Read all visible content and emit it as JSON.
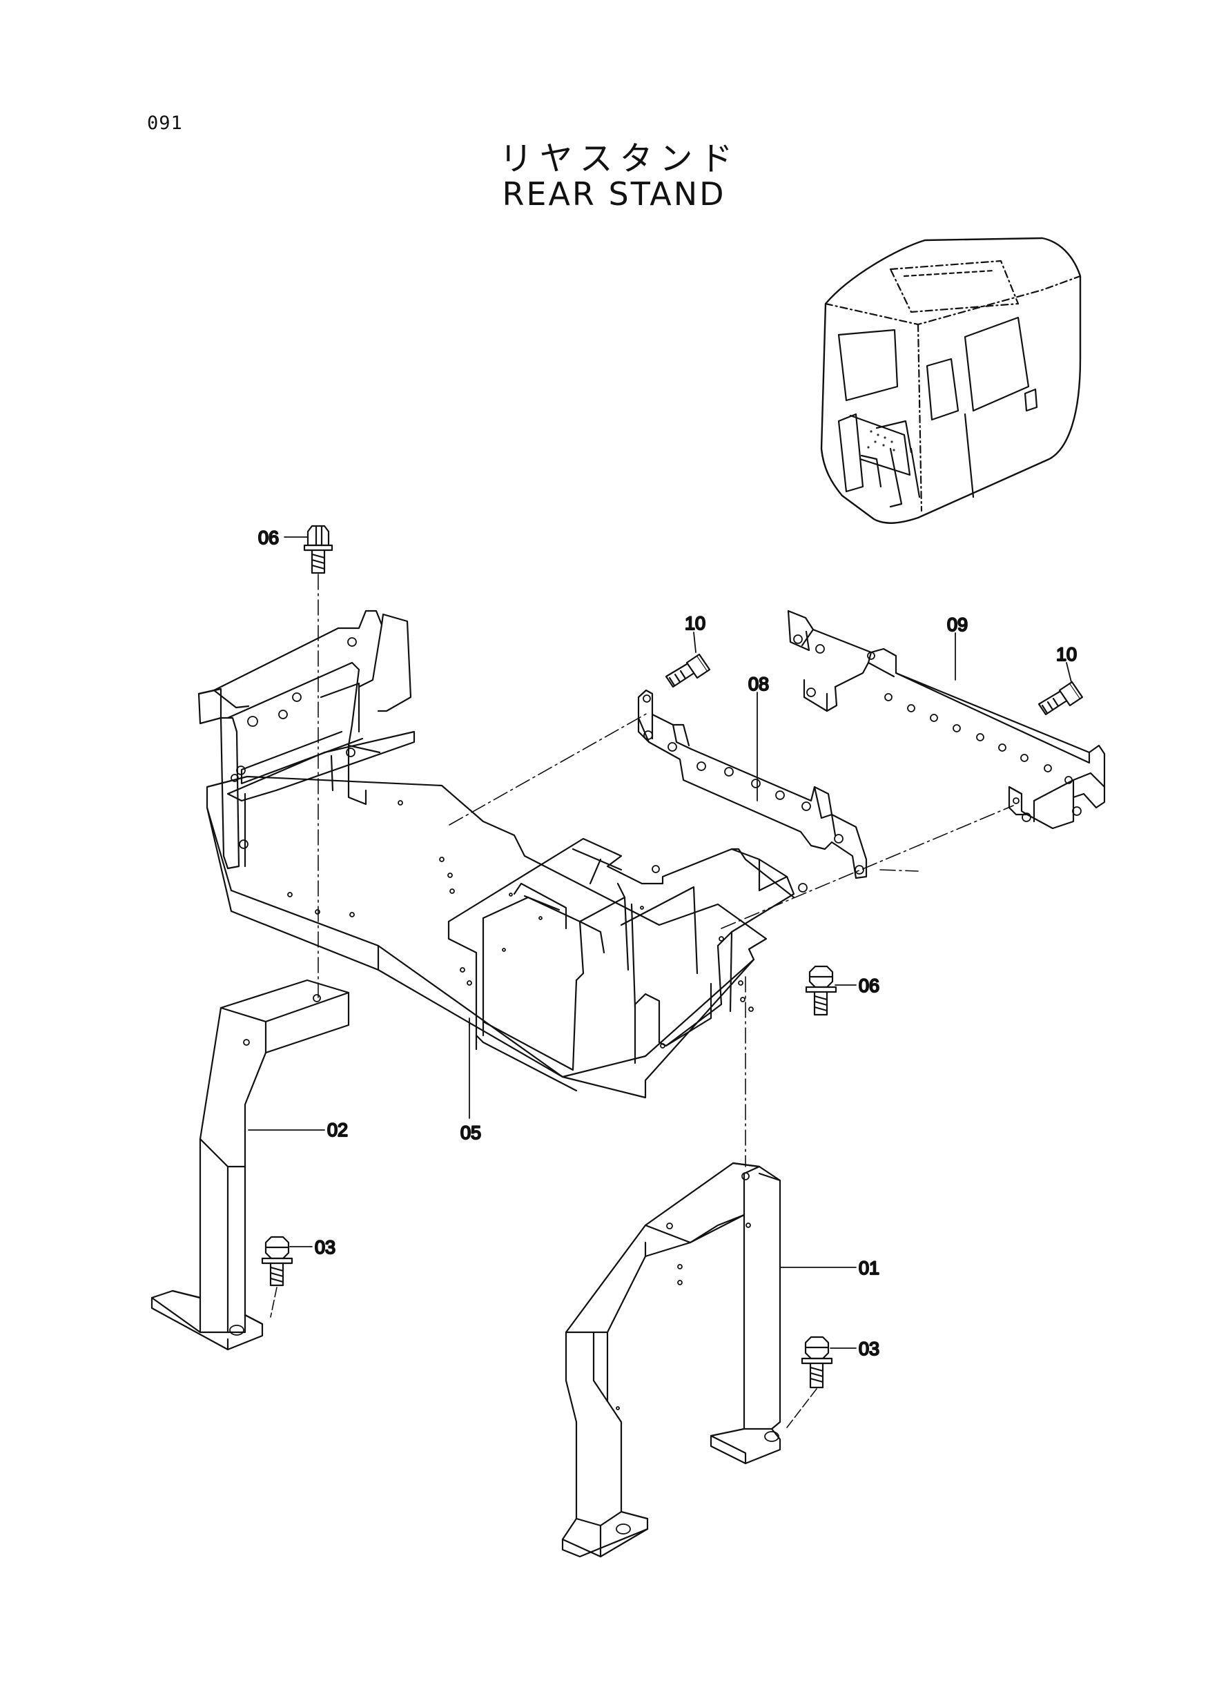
{
  "page": {
    "page_number": "091",
    "title_jp": "リヤスタンド",
    "title_en": "REAR STAND"
  },
  "callouts": {
    "c01": "01",
    "c02": "02",
    "c03a": "03",
    "c03b": "03",
    "c05": "05",
    "c06a": "06",
    "c06b": "06",
    "c08": "08",
    "c09": "09",
    "c10a": "10",
    "c10b": "10"
  }
}
